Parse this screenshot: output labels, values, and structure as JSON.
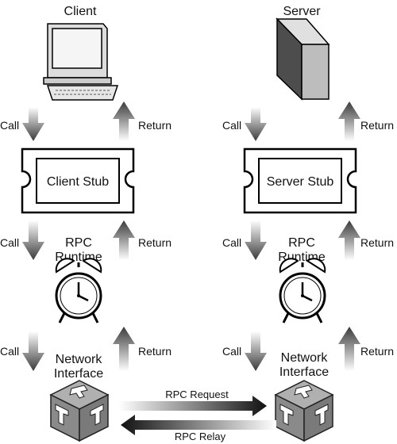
{
  "client": {
    "title": "Client",
    "stub_label": "Client Stub",
    "runtime_label_line1": "RPC",
    "runtime_label_line2": "Runtime",
    "network_label_line1": "Network",
    "network_label_line2": "Interface"
  },
  "server": {
    "title": "Server",
    "stub_label": "Server Stub",
    "runtime_label_line1": "RPC",
    "runtime_label_line2": "Runtime",
    "network_label_line1": "Network",
    "network_label_line2": "Interface"
  },
  "arrows": {
    "call_label": "Call",
    "return_label": "Return"
  },
  "network": {
    "request_label": "RPC Request",
    "relay_label": "RPC Relay"
  },
  "colors": {
    "arrow_dark": "#3a3a3a",
    "arrow_light": "#ffffff",
    "cube_face": "#8c8c8c",
    "server_front": "#bdbdbd",
    "server_side": "#5a5a5a"
  },
  "icons": [
    "computer-icon",
    "server-icon",
    "alarm-clock-icon",
    "network-cube-icon"
  ]
}
